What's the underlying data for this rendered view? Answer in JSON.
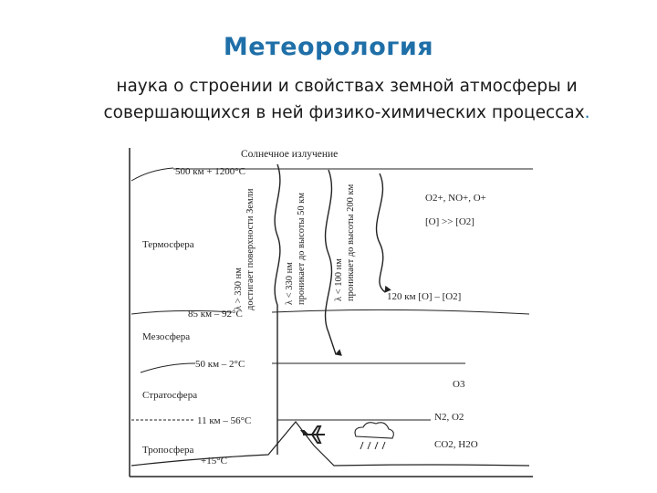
{
  "title": "Метеорология",
  "definition": {
    "line1": "наука о строении и свойствах земной атмосферы и",
    "line2_text": "совершающихся в ней физико-химических процессах",
    "line2_dot": "."
  },
  "diagram": {
    "header": "Солнечное излучение",
    "layers": {
      "thermosphere": "Термосфера",
      "mesosphere": "Мезосфера",
      "stratosphere": "Стратосфера",
      "troposphere": "Тропосфера"
    },
    "boundaries": {
      "top": "500 км + 1200°С",
      "b85": "85 км – 92°С",
      "b50": "50 км – 2°С",
      "b11": "11 км – 56°С",
      "surface": "+15°С"
    },
    "rays": {
      "r1_line1": "λ > 330 нм",
      "r1_line2": "достигает поверхности Земли",
      "r2_line1": "λ < 330 нм",
      "r2_line2": "проникает до высоты 50 км",
      "r3_line1": "λ < 100 нм",
      "r3_line2": "проникает до высоты 200 км"
    },
    "species": {
      "thermo1": "O2+, NO+, O+",
      "thermo2": "[O] >> [O2]",
      "b120": "120 км [O] – [O2]",
      "strat": "O3",
      "tropo1": "N2, O2",
      "tropo2": "CO2, H2O"
    },
    "icons": [
      "airplane-icon",
      "rain-cloud-icon"
    ]
  }
}
